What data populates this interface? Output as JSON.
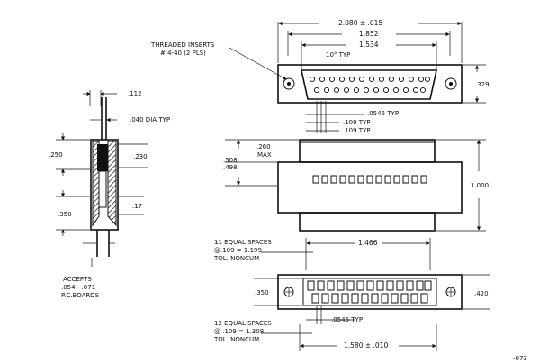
{
  "side_view": {
    "dim_pin_offset": ".112",
    "dim_pin_dia": ".040 DIA TYP",
    "dim_upper_left": ".250",
    "dim_upper_right": ".230",
    "dim_lower_left": ".350",
    "dim_lower_right": ".17",
    "accepts_line1": "ACCEPTS",
    "accepts_line2": ".054 - .071",
    "accepts_line3": "P.C.BOARDS"
  },
  "top_view": {
    "overall_width": "2.080 ± .015",
    "width_1_852": "1.852",
    "width_1_534": "1.534",
    "angle": "10° TYP",
    "threaded_inserts_line1": "THREADED INSERTS",
    "threaded_inserts_line2": "# 4-40 (2 PLS)",
    "height_329": ".329",
    "pin_0545": ".0545 TYP",
    "pin_109_a": ".109 TYP",
    "pin_109_b": ".109 TYP"
  },
  "front_view": {
    "dim_260": ".260",
    "dim_max": "MAX",
    "dim_508": ".508",
    "dim_498": ".498",
    "height_1000": "1.000"
  },
  "bottom_view": {
    "spaces11_line1": "11 EQUAL SPACES",
    "spaces11_line2": "@.109 = 1.199",
    "spaces11_line3": "TOL. NONCUM",
    "dim_1466": "1.466",
    "dim_350": ".350",
    "dim_420": ".420",
    "dim_0545": ".0545 TYP",
    "spaces12_line1": "12 EQUAL SPACES",
    "spaces12_line2": "@ .109 = 1.308",
    "spaces12_line3": "TOL. NONCUM",
    "overall_width": "1.580 ± .010"
  },
  "page_number": "-073"
}
